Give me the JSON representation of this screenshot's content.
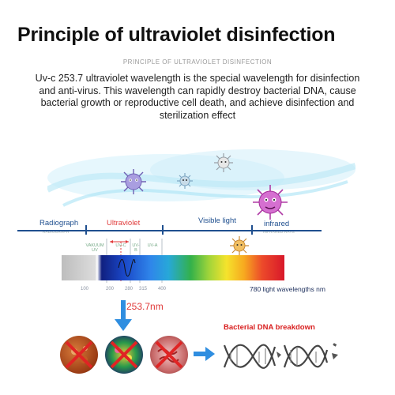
{
  "title": "Principle of ultraviolet disinfection",
  "subtitle": "PRINCIPLE OF ULTRAVIOLET DISINFECTION",
  "description": "Uv-c 253.7 ultraviolet wavelength is the special wavelength for disinfection and anti-virus. This wavelength can rapidly destroy bacterial DNA, cause bacterial growth or reproductive cell death, and achieve disinfection and sterilization effect",
  "spectrum": {
    "bands": {
      "radiograph": "Radiograph",
      "radiograph_sub": "RADIOGRAPH",
      "ultraviolet": "Ultraviolet",
      "visible": "Visible light",
      "infrared": "infrared",
      "infrared_sub": "INFRARED RAYS"
    },
    "sub_bands": {
      "vacuum_uv": "VAKUUM\nUV",
      "uvc": "UV-C",
      "uvb": "UV-\nB",
      "uva": "UV-A"
    },
    "wavelengths": [
      "100",
      "200",
      "280",
      "315",
      "400"
    ],
    "visible_end": "780 light wavelengths nm",
    "highlight": "253.7nm"
  },
  "outcome": {
    "label": "Bacterial DNA breakdown"
  },
  "colors": {
    "axis": "#1f4f8f",
    "ultraviolet_label": "#e03a3a",
    "visible_label": "#1f4f8f",
    "highlight": "#e03a3a",
    "arrow": "#2f8ee0",
    "cross": "#e02424",
    "dna_title": "#d81e1e"
  },
  "icons": [
    "virus-icon",
    "down-arrow-icon",
    "right-arrow-icon",
    "bacteria-crossed-icon",
    "dna-broken-icon"
  ]
}
